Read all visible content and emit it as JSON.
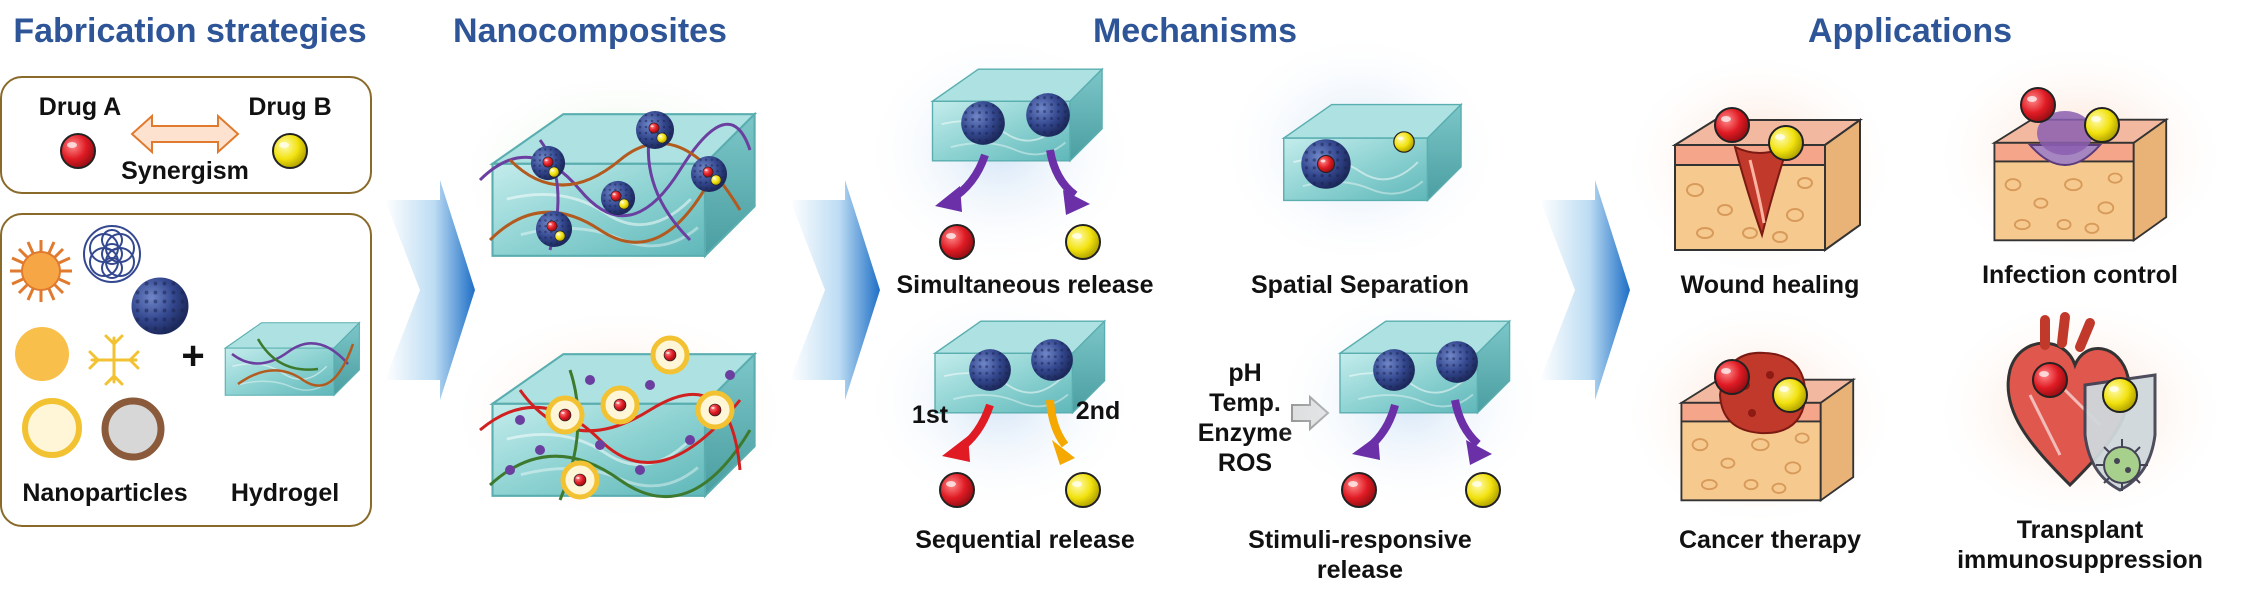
{
  "sections": {
    "fabrication": "Fabrication strategies",
    "nanocomposites": "Nanocomposites",
    "mechanisms": "Mechanisms",
    "applications": "Applications"
  },
  "fabrication": {
    "drug_a": "Drug A",
    "drug_b": "Drug B",
    "synergism": "Synergism",
    "plus": "+",
    "nanoparticles": "Nanoparticles",
    "hydrogel": "Hydrogel"
  },
  "mechanisms": {
    "simultaneous": "Simultaneous release",
    "spatial": "Spatial Separation",
    "sequential": "Sequential release",
    "first": "1st",
    "second": "2nd",
    "stimuli_list": [
      "pH",
      "Temp.",
      "Enzyme",
      "ROS"
    ],
    "stimuli_responsive_line1": "Stimuli-responsive",
    "stimuli_responsive_line2": "release"
  },
  "applications": {
    "wound": "Wound healing",
    "infection": "Infection control",
    "cancer": "Cancer therapy",
    "transplant_line1": "Transplant",
    "transplant_line2": "immunosuppression"
  },
  "colors": {
    "title": "#2e5597",
    "drug_a": "#e01b24",
    "drug_b": "#f2e20f",
    "box_border": "#8a6a2a",
    "hydrogel": "#8fd3d3",
    "arrow_blue": "#1f6fc6"
  }
}
